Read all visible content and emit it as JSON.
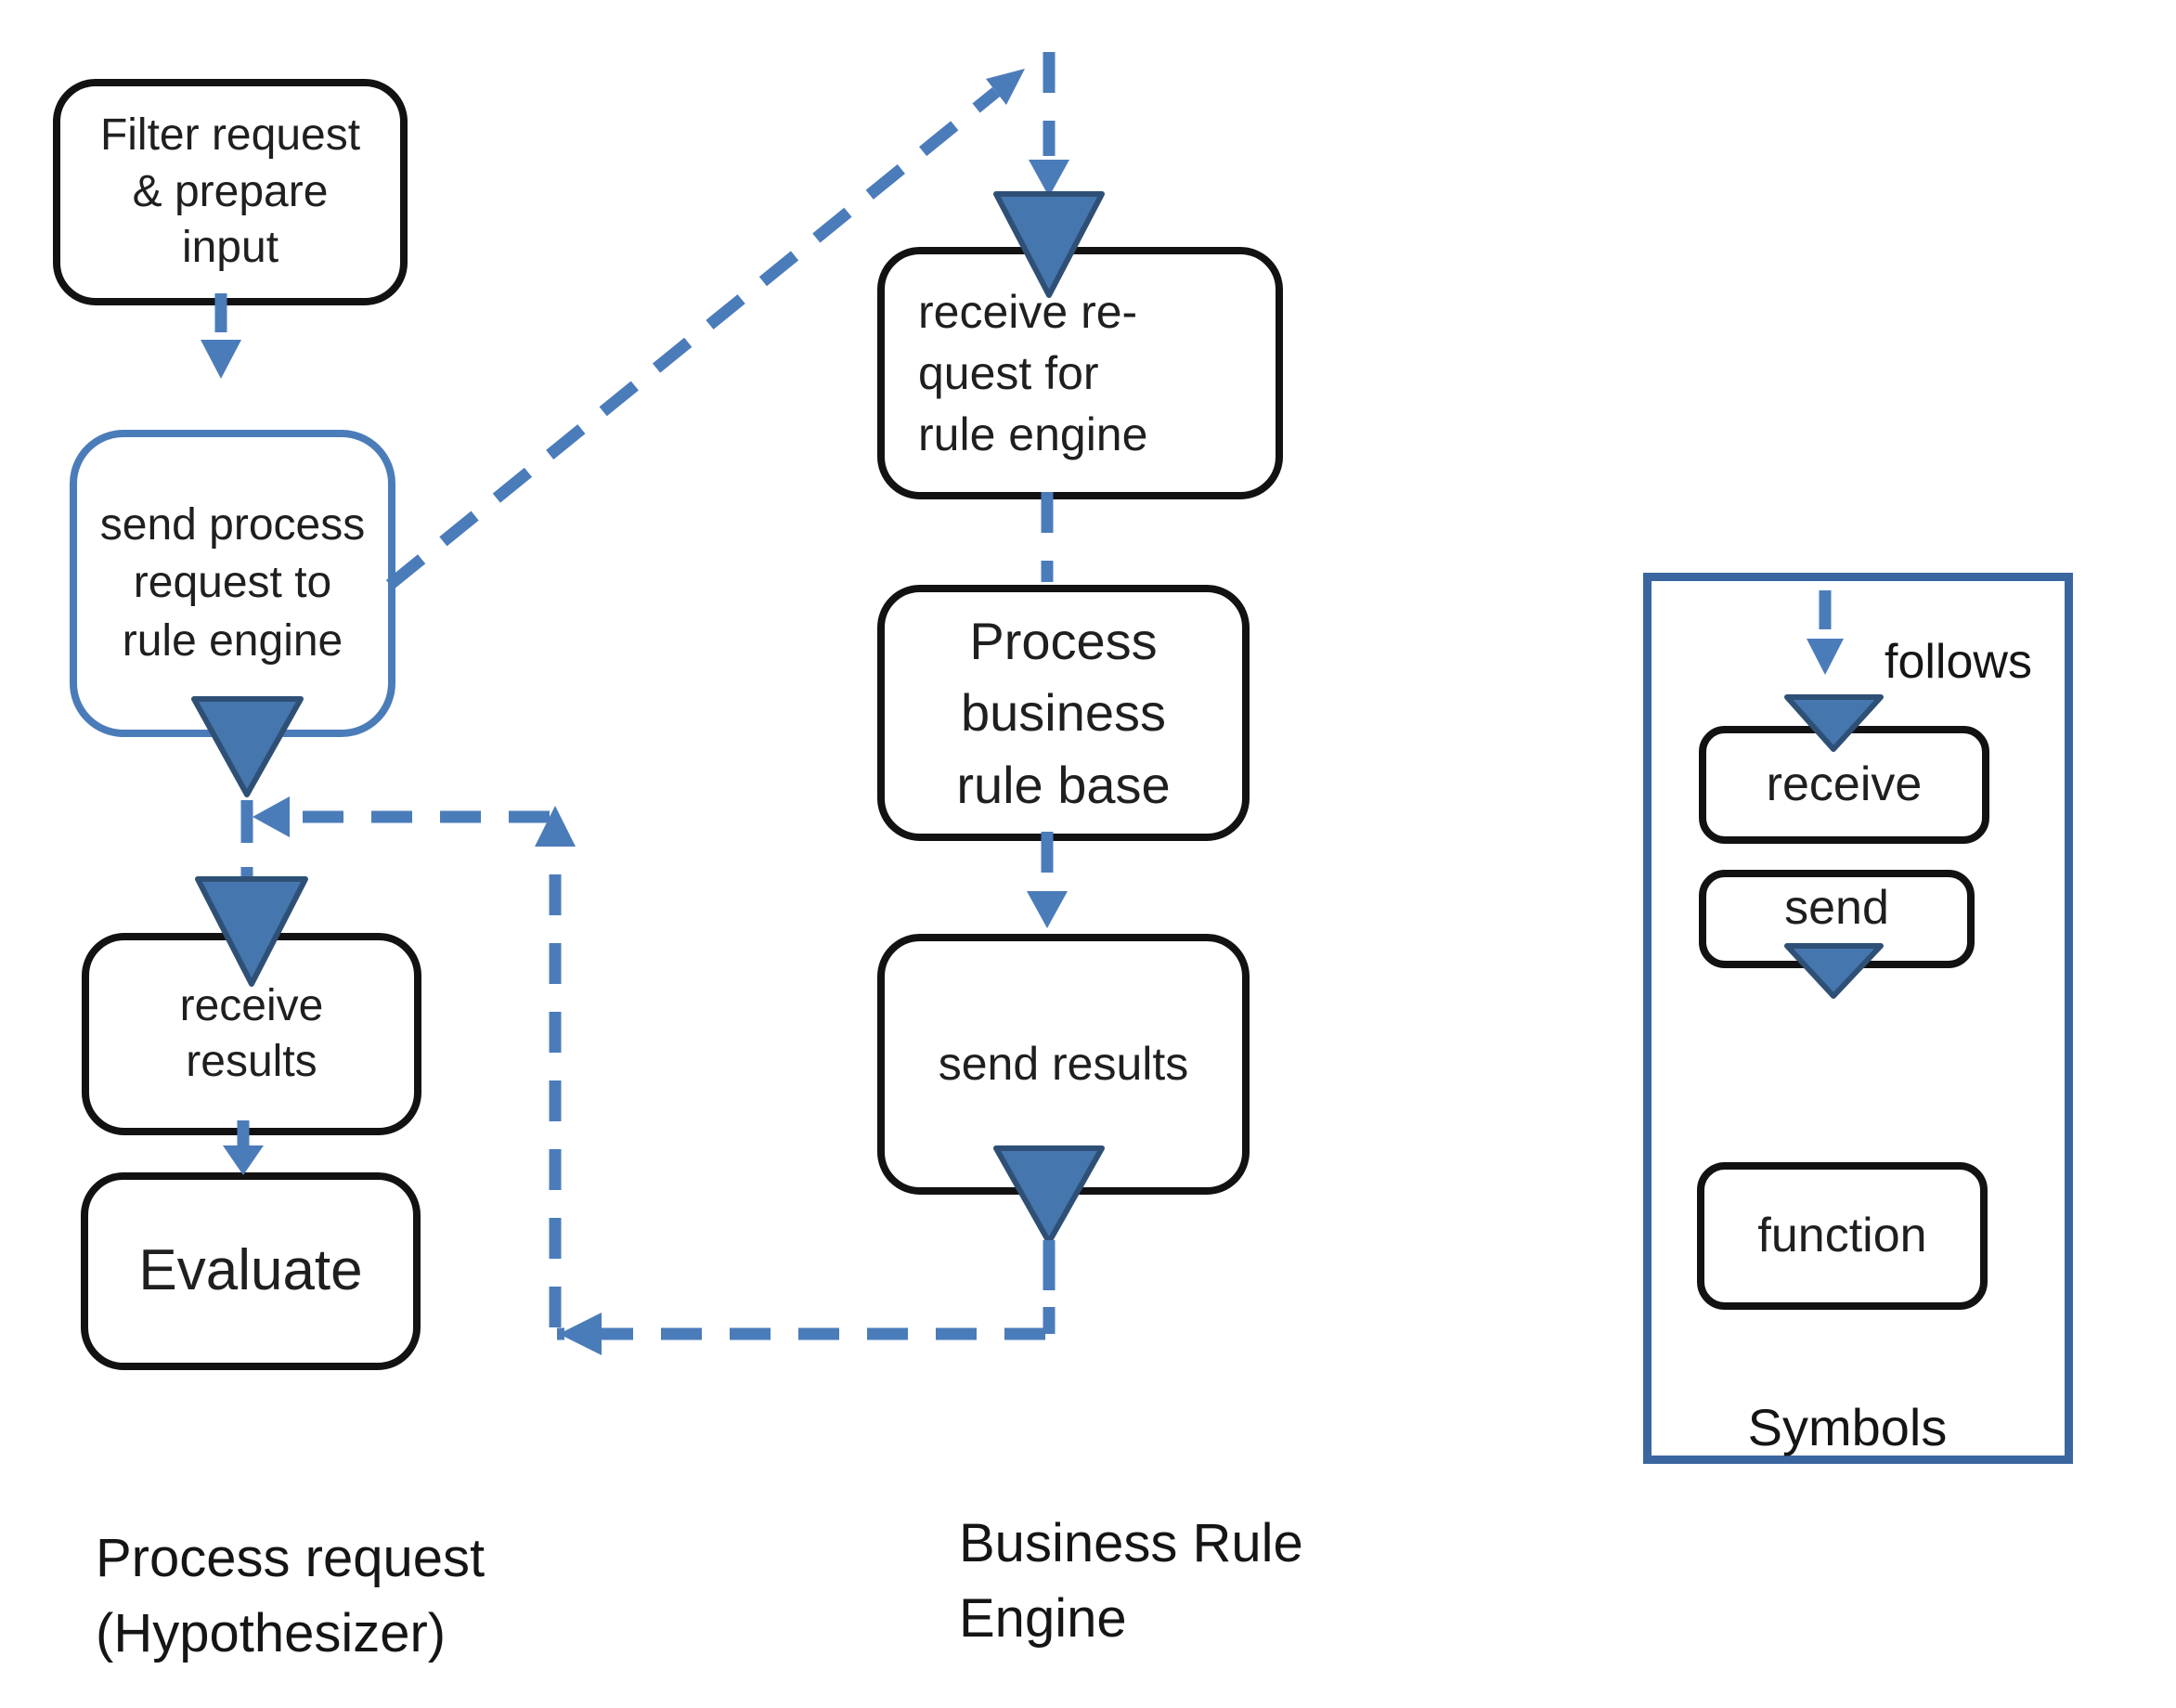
{
  "colors": {
    "line_blue": "#4b7cba",
    "triangle_fill": "#4676ae",
    "triangle_stroke": "#2f5076",
    "box_black": "#121212",
    "legend_border": "#3a66a0",
    "text": "#1f1f1f"
  },
  "hypothesizer": {
    "filter_box": "Filter request\n& prepare\ninput",
    "send_request_box": "send process\nrequest  to\nrule engine",
    "receive_results_box": "receive\nresults",
    "evaluate_box": "Evaluate",
    "label": "Process request\n(Hypothesizer)"
  },
  "rule_engine": {
    "receive_request_box": "receive re-\nquest for\nrule engine",
    "process_box": "Process\nbusiness\nrule base",
    "send_results_box": "send results",
    "label": "Business Rule\nEngine"
  },
  "legend": {
    "title": "Symbols",
    "follows": "follows",
    "receive": "receive",
    "send": "send",
    "function": "function"
  }
}
